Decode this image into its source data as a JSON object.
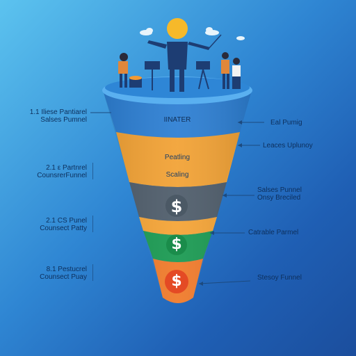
{
  "header_band": {
    "label": "IINATER"
  },
  "funnel_text": {
    "line1": "Peatling",
    "line2": "Scaling"
  },
  "dollar_symbol": "$",
  "left_labels": [
    {
      "line1": "1.1 Iliese Pantiarel",
      "line2": "Salses Pumnel"
    },
    {
      "line1": "2.1 ε Partnrel",
      "line2": "CounsrerFunnel"
    },
    {
      "line1": "2.1 CS Punel",
      "line2": "Counsect Patty"
    },
    {
      "line1": "8.1 Pestucrel",
      "line2": "Counsect Puay"
    }
  ],
  "right_labels": [
    {
      "line1": "Eal Pumig"
    },
    {
      "line1": "Leaces Uplunoy"
    },
    {
      "line1": "Salses Punnel",
      "line2": "Onsy Breciled"
    },
    {
      "line1": "Catrable Parmel"
    },
    {
      "line1": "Stesoy Funnel"
    }
  ],
  "colors": {
    "top_band": "#2d7fd3",
    "rim": "#3f9ae6",
    "rim_edge": "#5ab0f0",
    "orange_band": "#f2a235",
    "gray_band": "#4f5d6b",
    "orange_band_2": "#f5a436",
    "green_band": "#1a9a52",
    "tip_band": "#f07a2a",
    "tip_dollar_circle": "#e44a24",
    "figure_dark": "#1d3d73",
    "sun": "#f6b92a"
  }
}
